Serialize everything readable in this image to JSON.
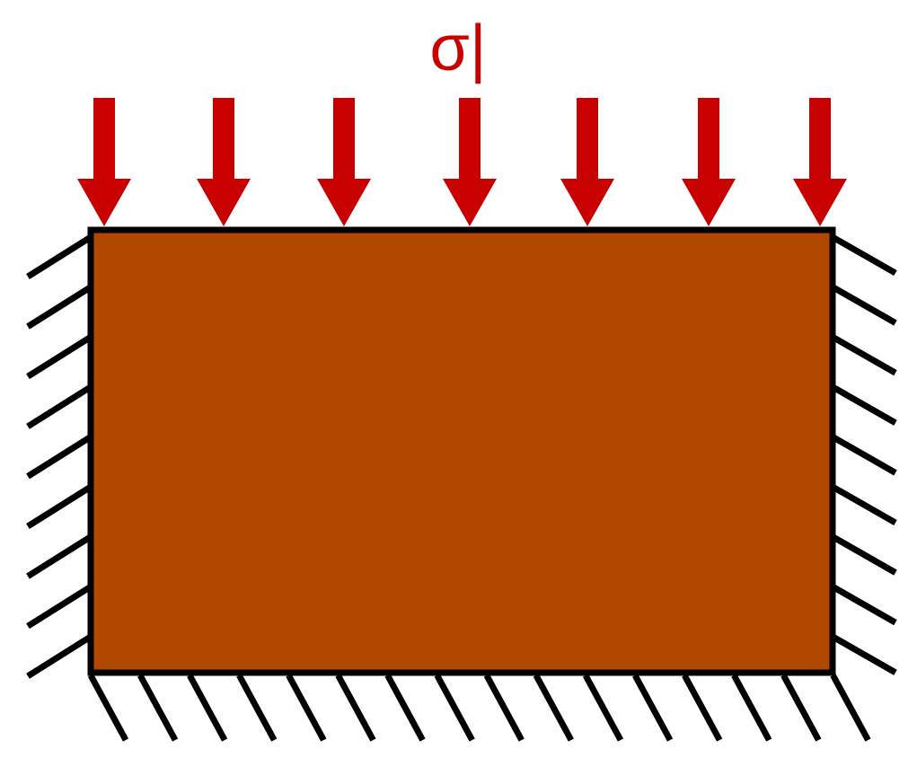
{
  "load": {
    "label": "σ|",
    "arrow_count": 7
  },
  "colors": {
    "load": "#c80000",
    "body_fill": "#b04800",
    "outline": "#000000",
    "background": "#ffffff"
  },
  "supports": {
    "left_hatch_count": 9,
    "right_hatch_count": 9,
    "bottom_hatch_count": 16
  }
}
